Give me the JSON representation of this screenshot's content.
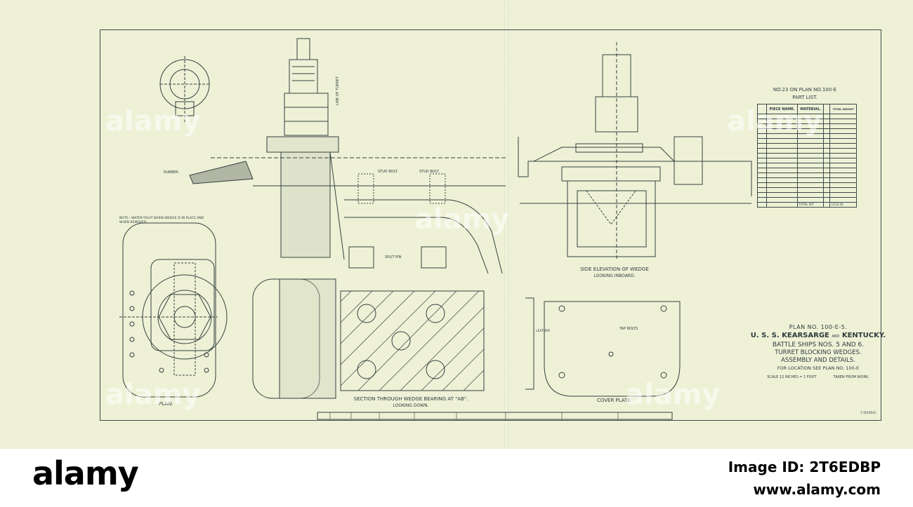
{
  "watermark": "alamy",
  "footer_logo": "alamy",
  "footer_id": "Image ID: 2T6EDBP",
  "footer_url": "www.alamy.com",
  "part_list": {
    "header_line1": "NO.23 ON PLAN NO.100-E",
    "header_line2": "PART LIST.",
    "col_piece": "PIECE NAME.",
    "col_material": "MATERIAL.",
    "col_weight": "TOTAL WEIGHT",
    "total_label": "TOTAL WT.",
    "total_value": "1214.54"
  },
  "title_block": {
    "plan_no": "PLAN NO. 100-E-5.",
    "ships_prefix": "U. S. S.",
    "ship1": "KEARSARGE",
    "ships_and": "AND",
    "ship2": "KENTUCKY.",
    "battle_ships": "BATTLE SHIPS NOS. 5 AND 6.",
    "subject": "TURRET BLOCKING WEDGES.",
    "assembly": "ASSEMBLY AND DETAILS.",
    "location": "FOR LOCATION SEE PLAN NO. 100-E",
    "scale": "SCALE 12 INCHES = 1 FOOT",
    "taken": "TAKEN FROM WORK."
  },
  "labels": {
    "rubber": "RUBBER.",
    "stud_bolt": "STUD BOLT.",
    "split_pin": "SPLIT PIN",
    "line_of_turret": "LINE OF TURRET",
    "note": "NOTE:- WATER-TIGHT WHEN WEDGE IS IN PLACE AND WHEN REMOVED.",
    "plan": "PLAN.",
    "section_title": "SECTION THROUGH WEDGE BEARING AT \"AB\".",
    "section_sub": "LOOKING DOWN.",
    "side_title": "SIDE ELEVATION OF WEDGE",
    "side_sub": "LOOKING INBOARD.",
    "cover_plate": "COVER PLATE.",
    "tap_bolts": "TAP BOLTS",
    "leather": "LEATHER",
    "sheet_no": "7 (81954)"
  }
}
